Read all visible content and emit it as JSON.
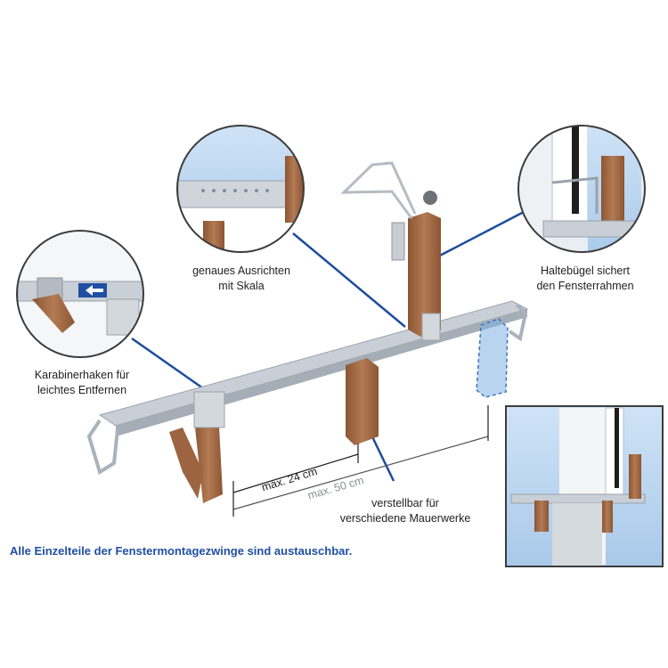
{
  "labels": {
    "scale": [
      "genaues Ausrichten",
      "mit Skala"
    ],
    "bracket": [
      "Haltebügel sichert",
      "den Fensterrahmen"
    ],
    "hook": [
      "Karabinerhaken für",
      "leichtes Entfernen"
    ],
    "adjust": [
      "verstellbar für",
      "verschiedene Mauerwerke"
    ]
  },
  "dimensions": {
    "inner": "max. 24 cm",
    "outer": "max. 50 cm"
  },
  "footer": "Alle Einzelteile der Fenstermontagezwinge sind austauschbar.",
  "colors": {
    "accent": "#1f4fa3",
    "wood": "#a8704a",
    "rail": "#c5cbd2",
    "callout_line": "#1e4c9e"
  }
}
